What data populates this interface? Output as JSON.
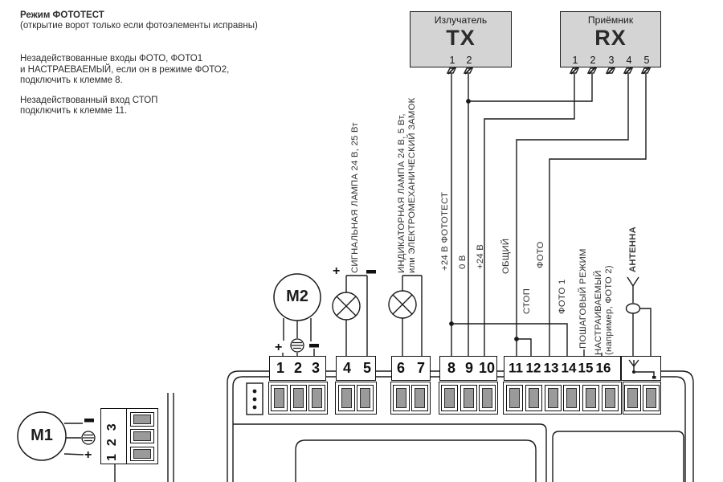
{
  "notes": {
    "title": "Режим ФОТОТЕСТ",
    "subtitle": "(открытие ворот только если фотоэлементы исправны)",
    "para1_line1": "Незадействованные входы ФОТО, ФОТО1",
    "para1_line2": "и НАСТРАЕВАЕМЫЙ, если он в режиме ФОТО2,",
    "para1_line3": "подключить к клемме 8.",
    "para2_line1": "Незадействованный вход СТОП",
    "para2_line2": "подключить к клемме 11."
  },
  "devices": {
    "tx": {
      "title": "Излучатель",
      "code": "TX",
      "t1": "1",
      "t2": "2"
    },
    "rx": {
      "title": "Приёмник",
      "code": "RX",
      "t1": "1",
      "t2": "2",
      "t3": "3",
      "t4": "4",
      "t5": "5"
    },
    "m1": "M1",
    "m2": "M2"
  },
  "wire_labels": {
    "signal_lamp": "СИГНАЛЬНАЯ ЛАМПА 24 В, 25 Вт",
    "indicator_lamp_1": "ИНДИКАТОРНАЯ ЛАМПА 24 В, 5 Вт,",
    "indicator_lamp_2": "или ЭЛЕКТРОМЕХАНИЧЕСКИЙ ЗАМОК",
    "t8": "+24 В ФОТОТЕСТ",
    "t9": "0 В",
    "t10": "+24 В",
    "t11": "ОБЩИЙ",
    "t12": "СТОП",
    "t13": "ФОТО",
    "t14": "ФОТО 1",
    "t15": "ПОШАГОВЫЙ РЕЖИМ",
    "t16": "НАСТРАИВАЕМЫЙ",
    "t16_note": "(например, ФОТО 2)",
    "antenna": "АНТЕННА"
  },
  "polarity": {
    "plus": "+",
    "minus": "−"
  },
  "terminals": {
    "g1": [
      "1",
      "2",
      "3"
    ],
    "g2": [
      "4",
      "5"
    ],
    "g3": [
      "6",
      "7"
    ],
    "g4": [
      "8",
      "9",
      "10"
    ],
    "g5": [
      "11",
      "12",
      "13",
      "14",
      "15",
      "16"
    ],
    "m1_block": [
      "1",
      "2",
      "3"
    ]
  },
  "colors": {
    "line": "#1a1a1a",
    "device_fill": "#d4d4d4",
    "screw_fill": "#9a9a9a",
    "text": "#2d2d2d"
  }
}
